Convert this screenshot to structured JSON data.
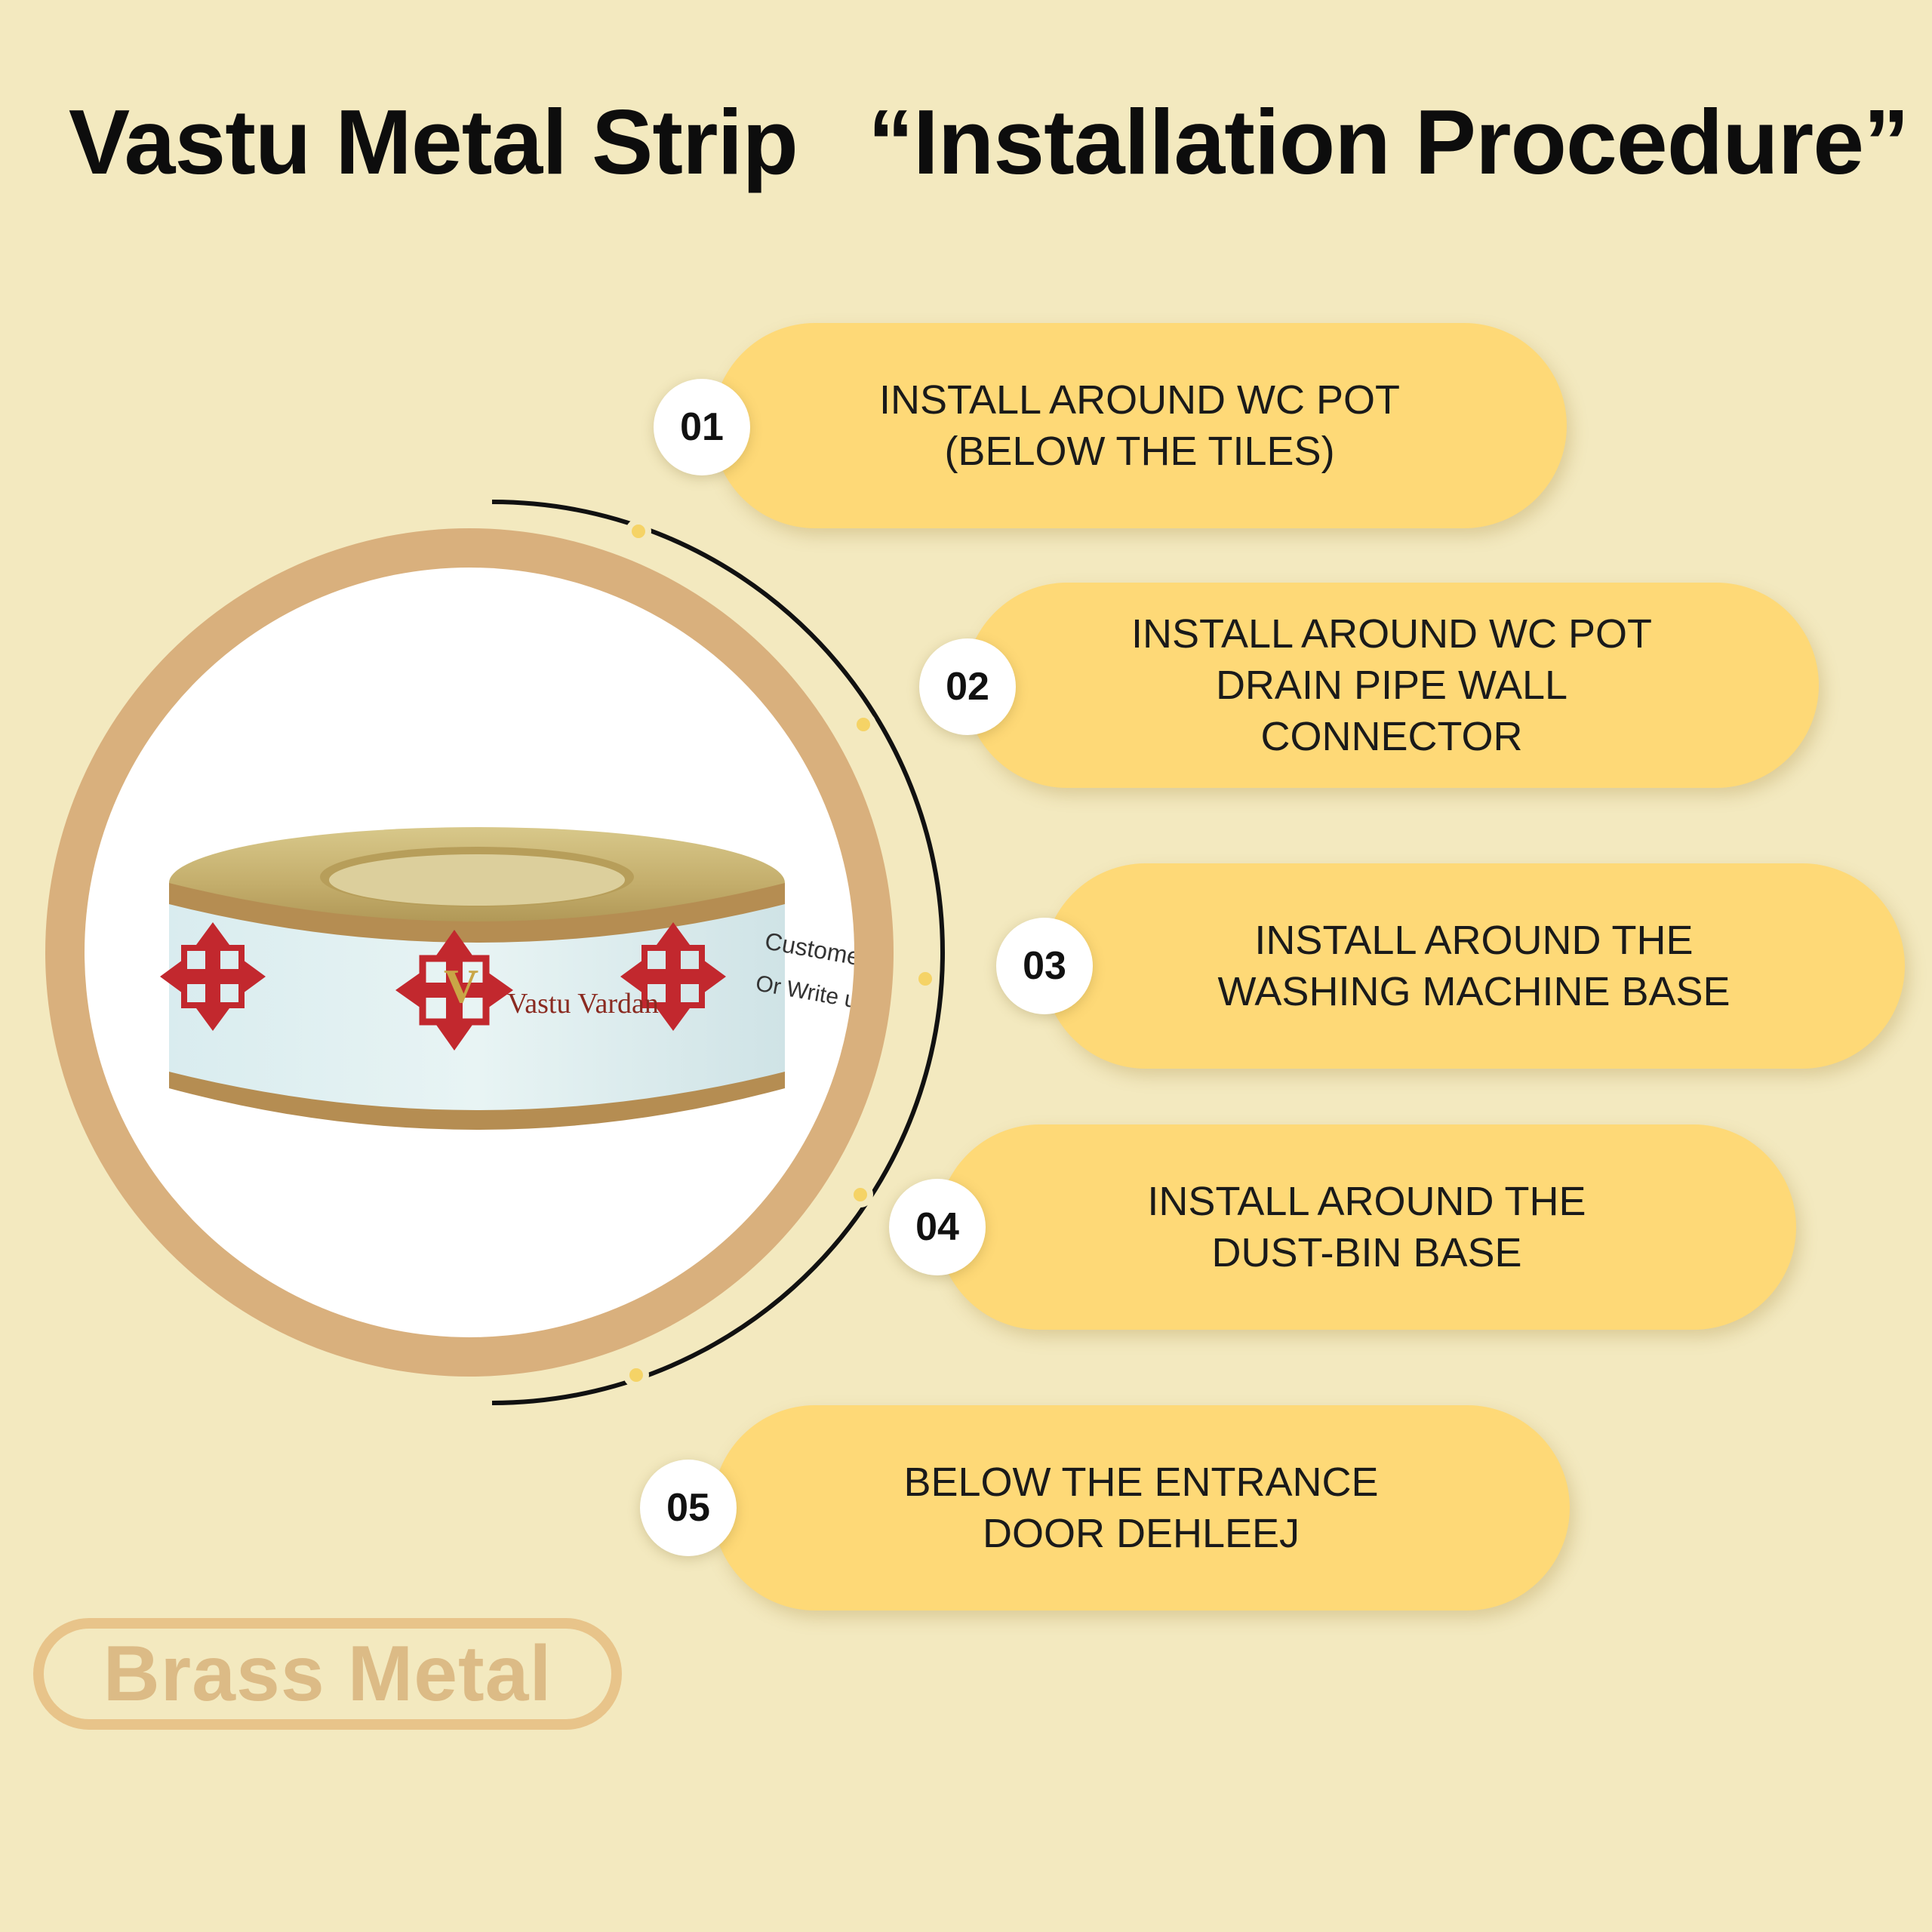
{
  "title": {
    "line": "Vastu Metal Strip",
    "quoted": "“Installation Procedure”"
  },
  "product": {
    "brand": "Vastu Vardan",
    "side_text_1": "Customer S",
    "side_text_2": "Or Write us -"
  },
  "steps": [
    {
      "number": "01",
      "text": "INSTALL AROUND WC POT\n(BELOW THE TILES)"
    },
    {
      "number": "02",
      "text": "INSTALL AROUND WC POT\nDRAIN PIPE WALL\nCONNECTOR"
    },
    {
      "number": "03",
      "text": "INSTALL AROUND THE\nWASHING MACHINE BASE"
    },
    {
      "number": "04",
      "text": "INSTALL AROUND THE\nDUST-BIN BASE"
    },
    {
      "number": "05",
      "text": "BELOW THE ENTRANCE\nDOOR DEHLEEJ"
    }
  ],
  "badge": "Brass Metal",
  "colors": {
    "background": "#f3e9bf",
    "pill": "#fed977",
    "ring": "#d9b07d",
    "accent_red": "#c2282e",
    "brass": "#c9b27a"
  }
}
